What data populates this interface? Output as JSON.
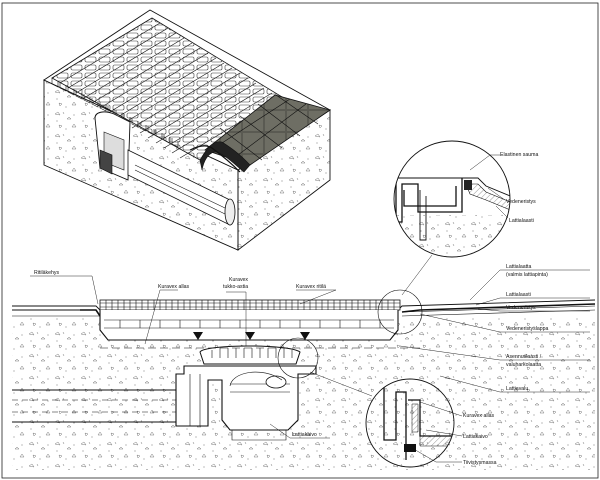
{
  "labels": {
    "elastinen_sauma": "Elastinen sauma",
    "vedeneristys_top": "Vedeneristys",
    "lattialaasti_top": "Lattialaasti",
    "ritilakehys": "Ritiläkehys",
    "kuravex_allas_1": "Kuravex allas",
    "kuravex_tukko_line1": "Kuravex",
    "kuravex_tukko_line2": "tukko-astia",
    "kuravex_ritila": "Kuravex ritilä",
    "lattialaatta_line1": "Lattialaatta",
    "lattialaatta_line2": "(valmis lattiapinta)",
    "lattialaasti": "Lattialaasti",
    "vedeneristys": "Vedeneristys",
    "vedeneristyslappa": "Vedeneristyslappa",
    "asennuslaasti_line1": "Asennuslaasti /",
    "asennuslaasti_line2": "valuharkolaatta",
    "lattiavalu": "Lattiavalu",
    "lattiakaivo_main": "Lattiakaivo",
    "kuravex_allas_2": "Kuravex allas",
    "lattiakaivo_detail": "Lattiakaivo",
    "tiivistysmassa": "Tiivistysmassa"
  }
}
